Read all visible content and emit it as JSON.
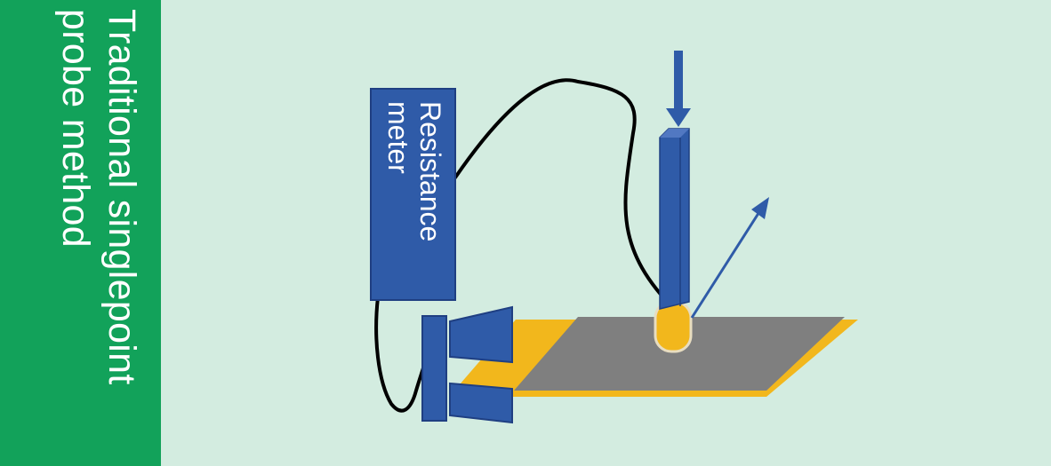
{
  "title": {
    "line1": "Traditional singlepoint",
    "line2": "probe method"
  },
  "meter": {
    "line1": "Resistance",
    "line2": "meter"
  },
  "colors": {
    "background": "#d3ece0",
    "side_band": "#12a25a",
    "device_blue": "#2f5ba8",
    "device_outline": "#1f3f82",
    "gold_layer": "#f2b71c",
    "gray_sample": "#7f7f7f",
    "probe_tip": "#f2b71c",
    "wire": "#000000"
  }
}
